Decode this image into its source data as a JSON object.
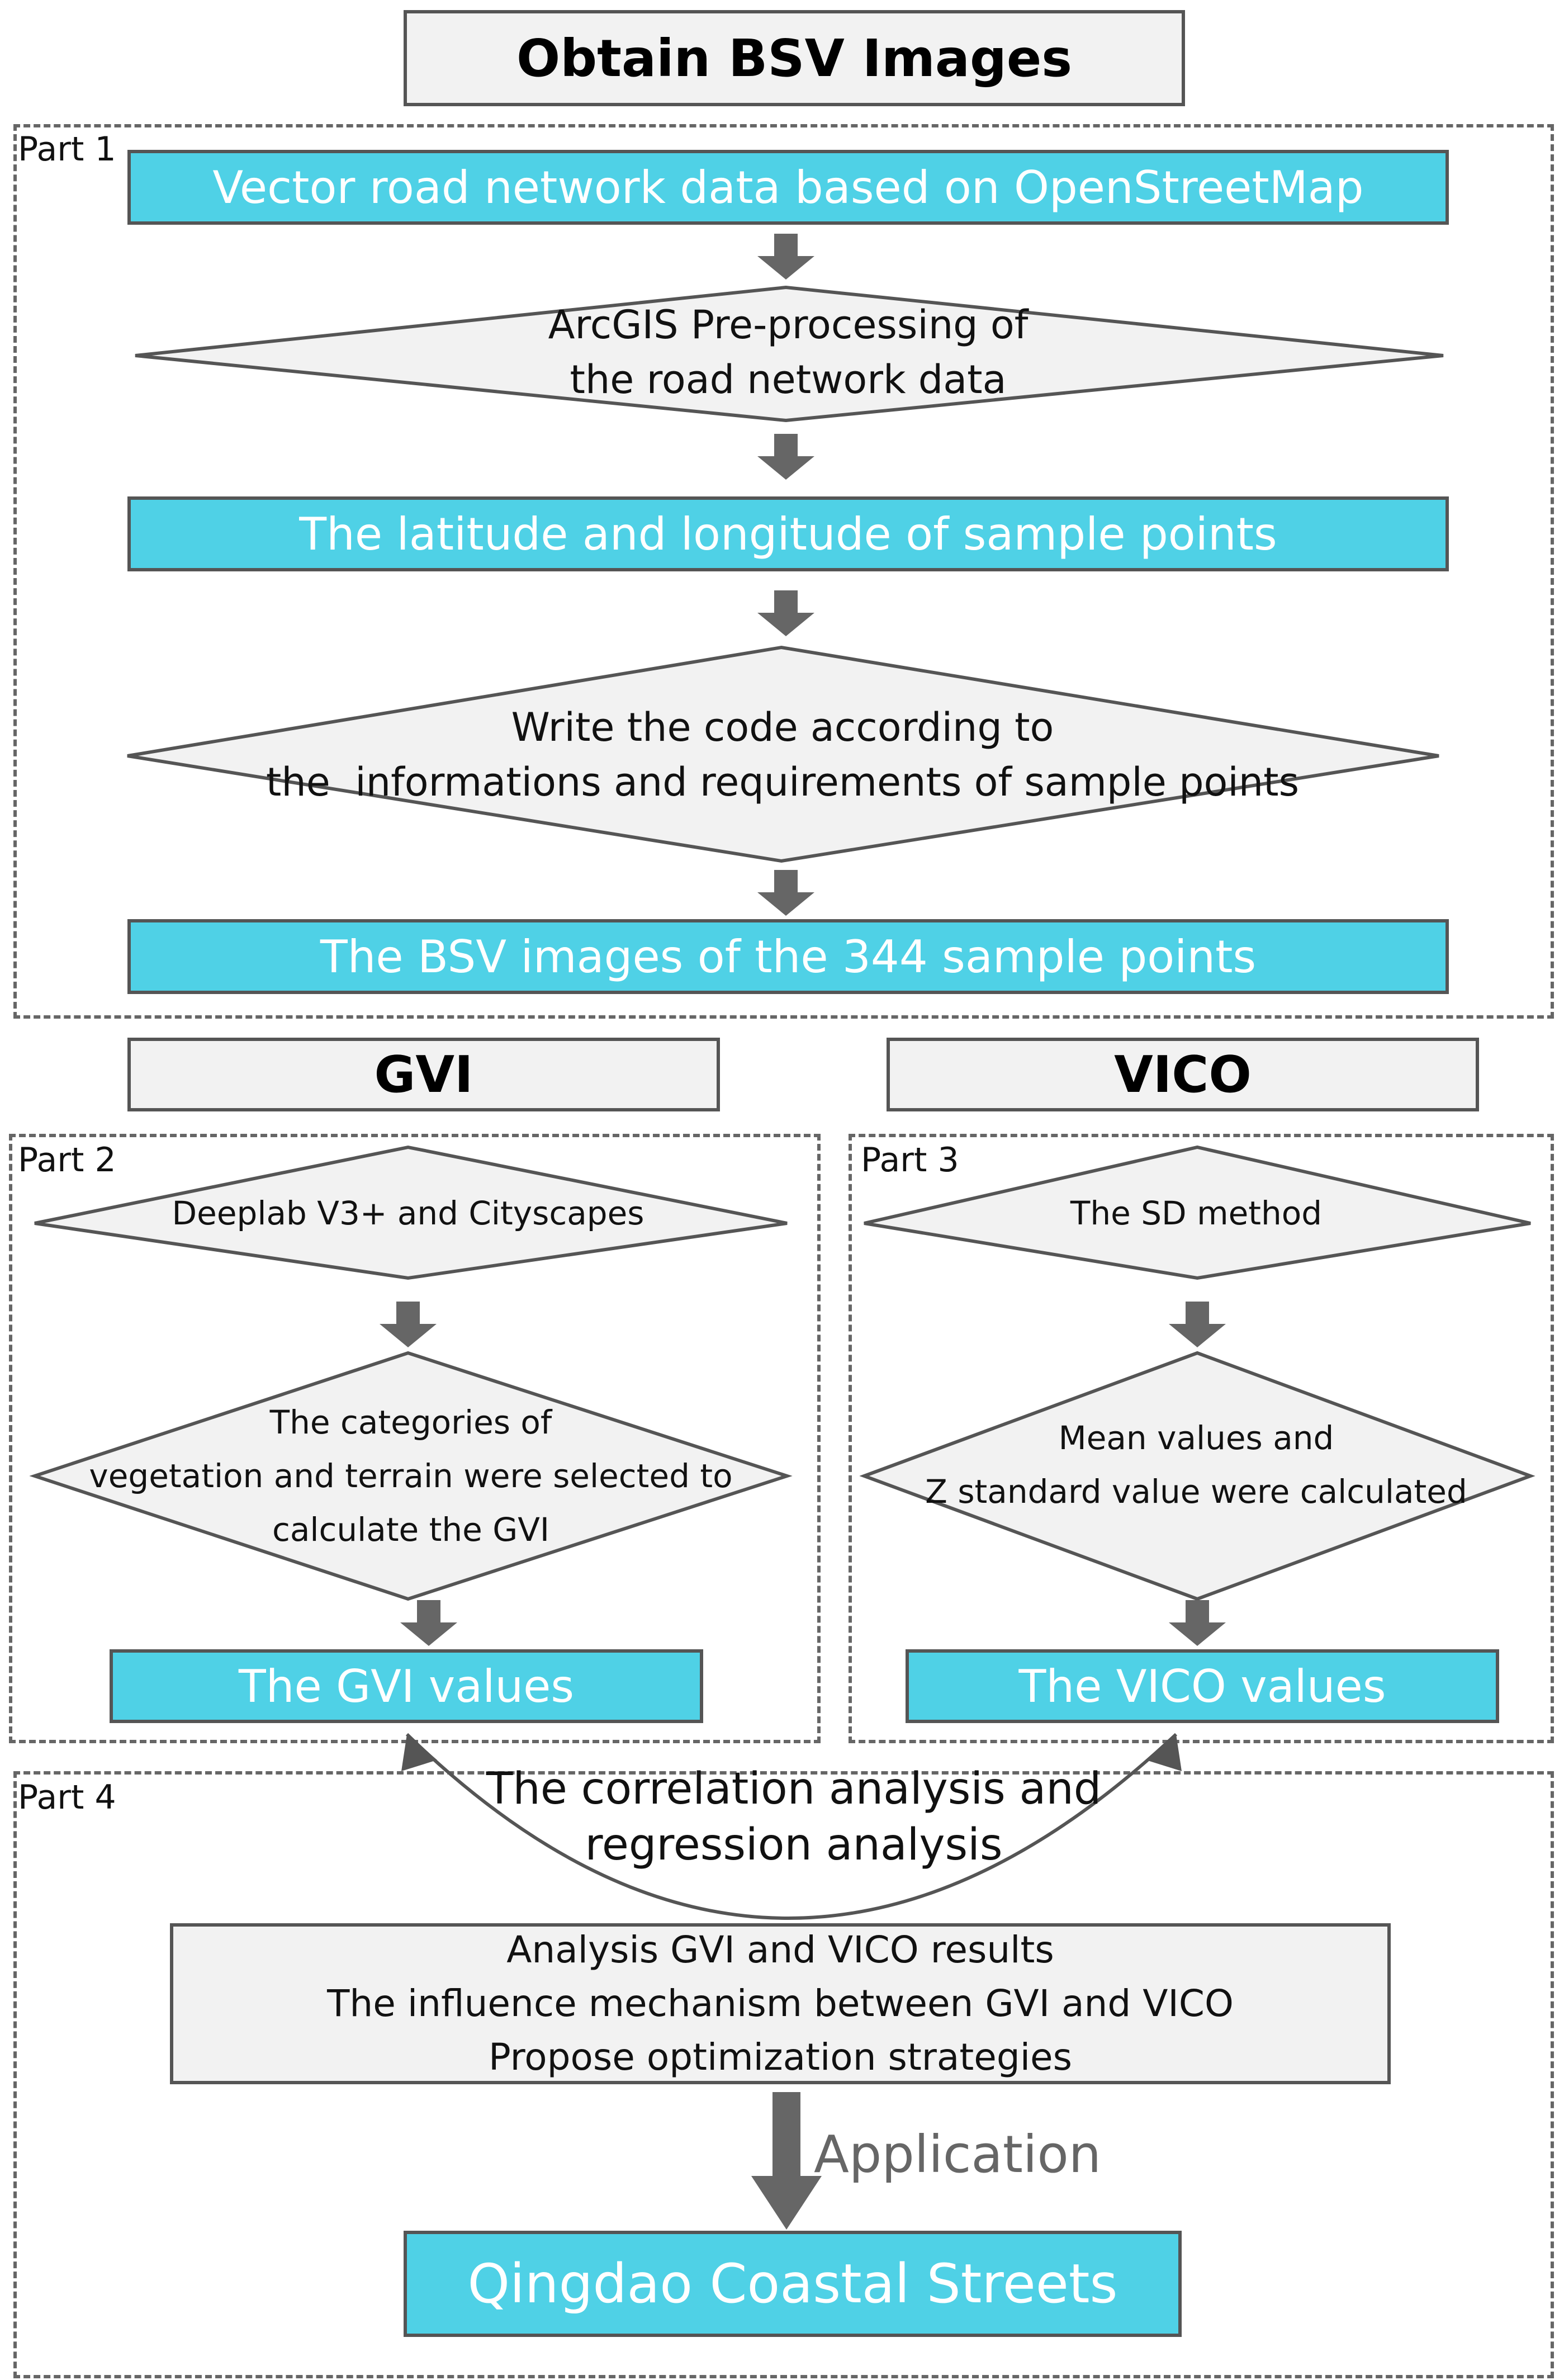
{
  "header": {
    "title": "Obtain BSV Images"
  },
  "part1": {
    "label": "Part 1",
    "step1": "Vector road network data based on OpenStreetMap",
    "decision1": [
      "ArcGIS Pre-processing of",
      "the road network data"
    ],
    "step2": "The latitude and longitude of sample points",
    "decision2": [
      "Write the code according to",
      "the  informations and requirements of sample points"
    ],
    "step3": "The BSV images of the 344 sample points"
  },
  "gvi": {
    "title": "GVI",
    "label": "Part 2",
    "decision1": "Deeplab V3+ and Cityscapes",
    "decision2": [
      "The categories of",
      "vegetation and terrain were selected to",
      "calculate the GVI"
    ],
    "result": "The GVI values"
  },
  "vico": {
    "title": "VICO",
    "label": "Part 3",
    "decision1": "The SD method",
    "decision2": [
      "Mean values and",
      "Z standard value were calculated"
    ],
    "result": "The VICO values"
  },
  "part4": {
    "label": "Part 4",
    "analysis": [
      "The correlation analysis and",
      "regression analysis"
    ],
    "results": [
      "Analysis GVI and VICO results",
      "The influence mechanism between GVI and VICO",
      "Propose optimization strategies"
    ],
    "arrow_label": "Application",
    "final": "Qingdao Coastal Streets"
  },
  "colors": {
    "cyan": "#4fd1e6",
    "gray_fill": "#f2f2f2",
    "border": "#555555",
    "arrow": "#666666"
  }
}
